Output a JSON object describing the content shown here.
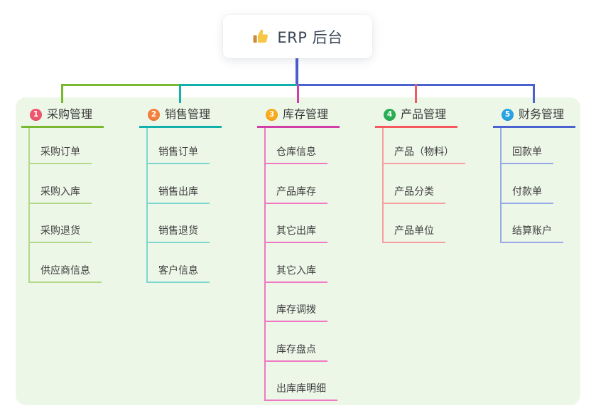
{
  "root": {
    "label": "ERP 后台",
    "icon": "thumbs-up-icon"
  },
  "canvas": {
    "panel_bg": "#edf7e8"
  },
  "connector": {
    "root_line_color": "#4c5ecd"
  },
  "branches": [
    {
      "index": "1",
      "label": "采购管理",
      "badge_color": "#f0566d",
      "color": "#79b831",
      "light_color": "#b2d98a",
      "children": [
        "采购订单",
        "采购入库",
        "采购退货",
        "供应商信息"
      ]
    },
    {
      "index": "2",
      "label": "销售管理",
      "badge_color": "#f5823c",
      "color": "#12b1ac",
      "light_color": "#7fd6cf",
      "children": [
        "销售订单",
        "销售出库",
        "销售退货",
        "客户信息"
      ]
    },
    {
      "index": "3",
      "label": "库存管理",
      "badge_color": "#fbab19",
      "color": "#d23ea8",
      "light_color": "#ef79c3",
      "children": [
        "仓库信息",
        "产品库存",
        "其它出库",
        "其它入库",
        "库存调拨",
        "库存盘点",
        "出库库明细"
      ]
    },
    {
      "index": "4",
      "label": "产品管理",
      "badge_color": "#28b055",
      "color": "#f5585e",
      "light_color": "#f89e9e",
      "children": [
        "产品（物料）",
        "产品分类",
        "产品单位"
      ]
    },
    {
      "index": "5",
      "label": "财务管理",
      "badge_color": "#2aa3e4",
      "color": "#4a62d0",
      "light_color": "#97aae6",
      "children": [
        "回款单",
        "付款单",
        "结算账户"
      ]
    }
  ]
}
